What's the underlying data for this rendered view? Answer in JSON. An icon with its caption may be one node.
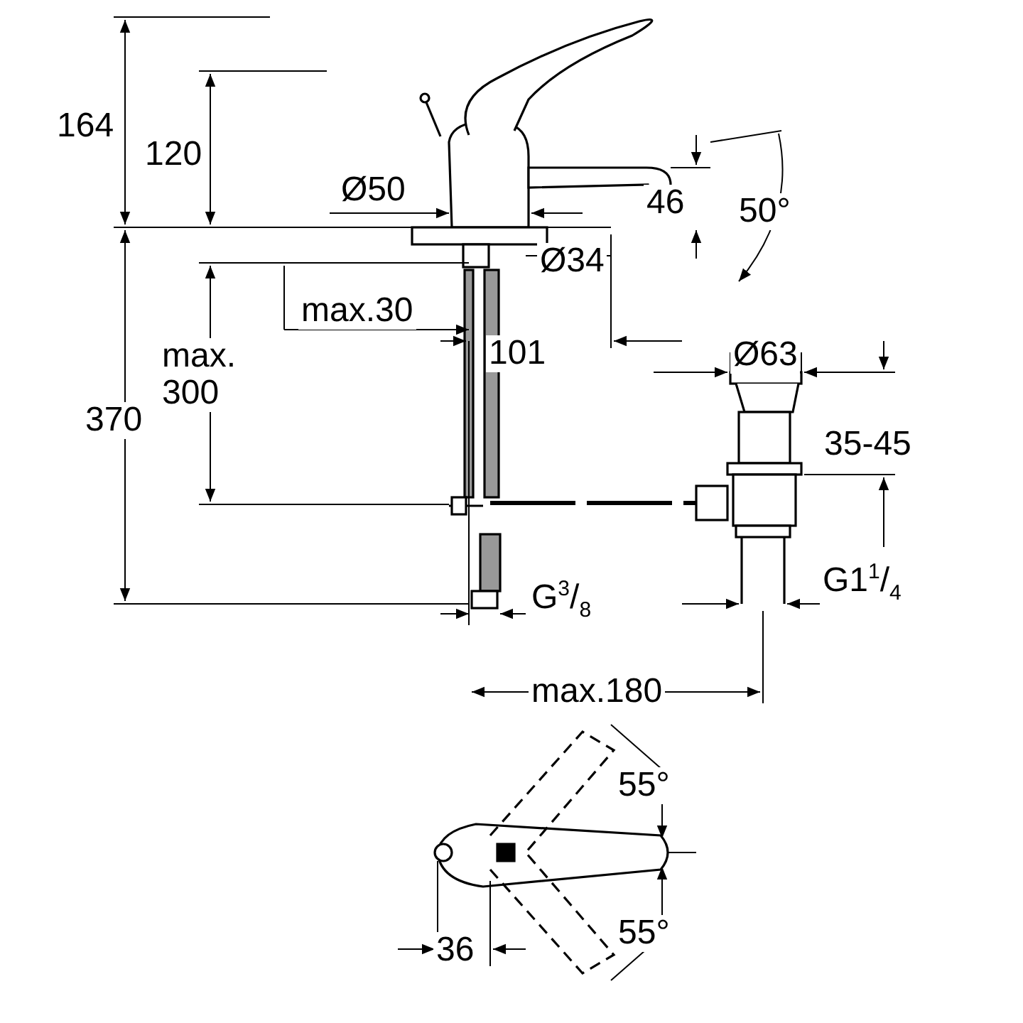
{
  "diagram": {
    "labels": [
      "164",
      "120",
      "Ø50",
      "46",
      "50°",
      "Ø34",
      "max.30",
      "max. 300",
      "101",
      "370",
      "Ø63",
      "35-45",
      "G$^{3}$/$_{8}$",
      "G1$^{1}$/$_{4}$",
      "max.180",
      "55°",
      "55°",
      "36"
    ]
  }
}
